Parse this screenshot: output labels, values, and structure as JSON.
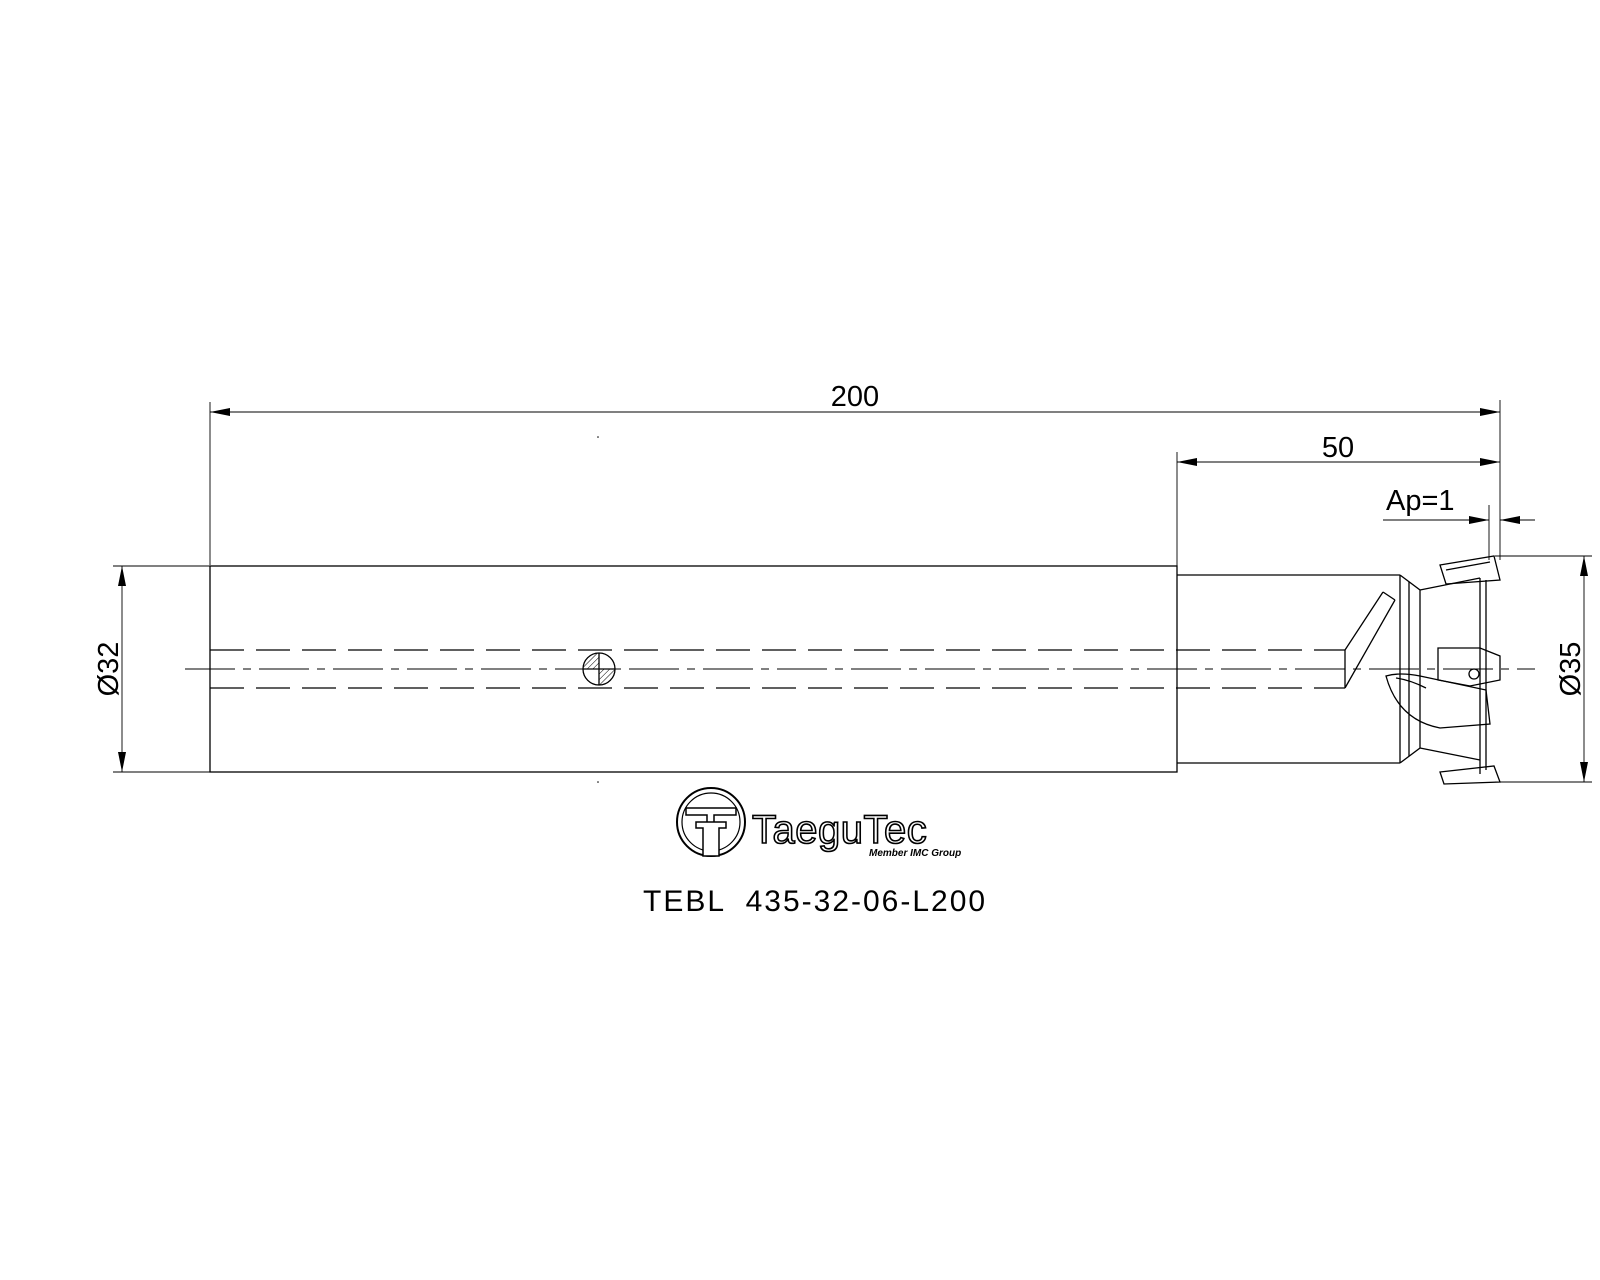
{
  "dimensions": {
    "overall_length": "200",
    "head_length": "50",
    "depth_of_cut": "Ap=1",
    "shank_diameter": "Ø32",
    "cutting_diameter": "Ø35"
  },
  "logo": {
    "brand": "TaeguTec",
    "tagline": "Member IMC Group"
  },
  "designation": "TEBL  435-32-06-L200"
}
